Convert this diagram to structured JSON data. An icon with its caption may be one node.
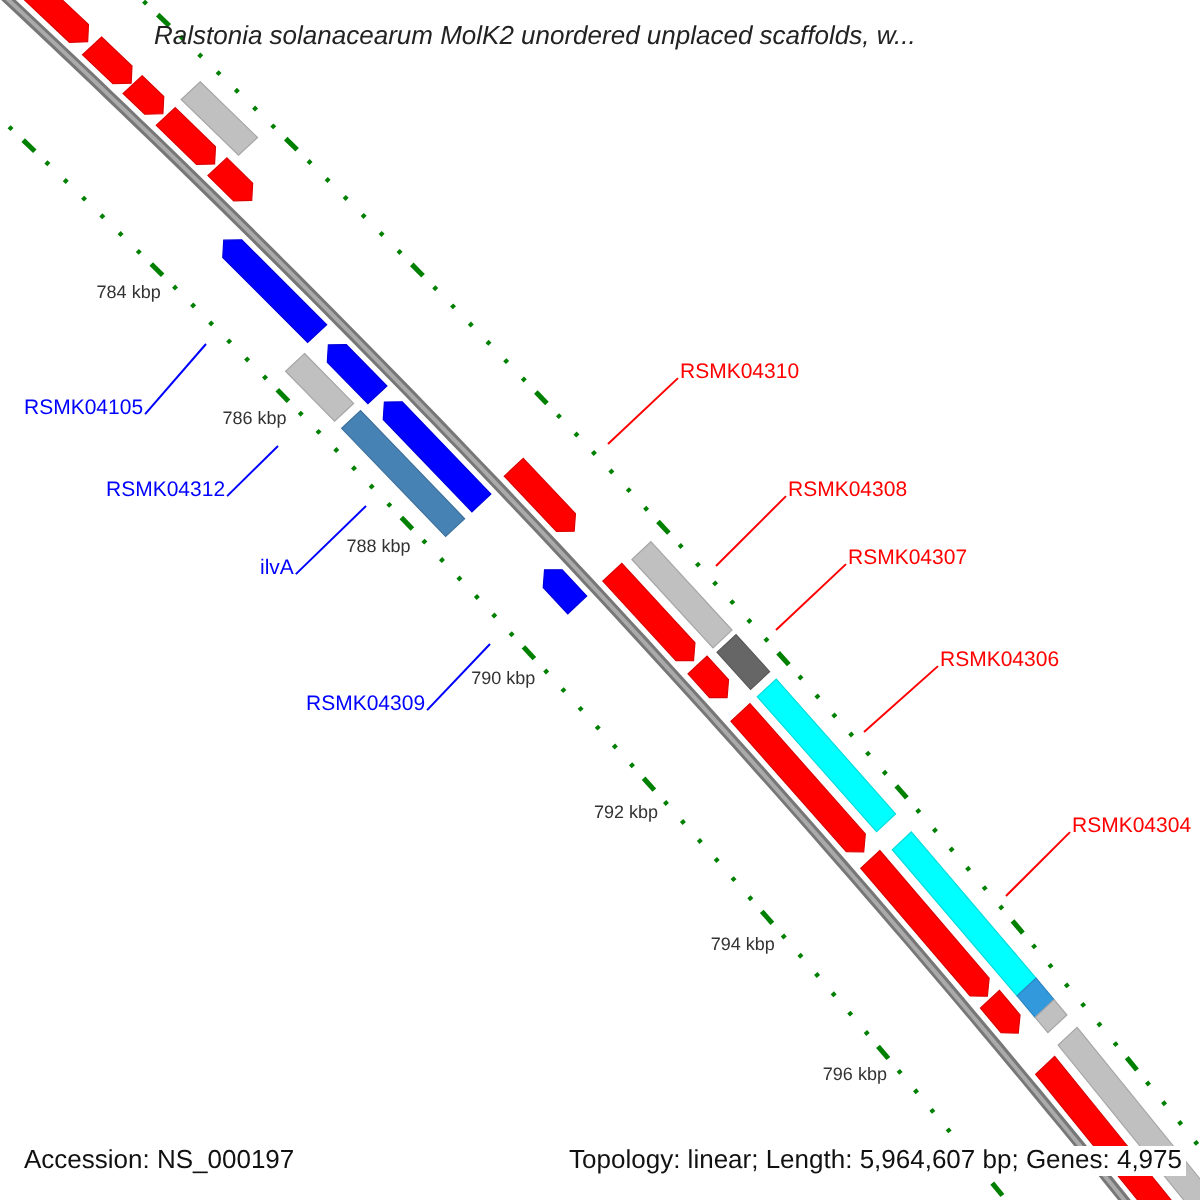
{
  "diagram": {
    "title": "Ralstonia solanacearum MolK2 unordered unplaced scaffolds, w...",
    "nodes": [
      {
        "text": [
          "RSMK04105"
        ]
      },
      {
        "text": [
          "RSMK04312"
        ]
      },
      {
        "text": [
          "ilvA"
        ]
      },
      {
        "text": [
          "RSMK04309"
        ]
      },
      {
        "text": [
          "RSMK04310"
        ]
      },
      {
        "text": [
          "RSMK04308"
        ]
      },
      {
        "text": [
          "RSMK04307"
        ]
      },
      {
        "text": [
          "RSMK04306"
        ]
      },
      {
        "text": [
          "RSMK04304"
        ]
      }
    ],
    "edges": [
      {
        "from": 0,
        "to": null,
        "arrow": "none",
        "color": "#0000ff"
      },
      {
        "from": 1,
        "to": null,
        "arrow": "none",
        "color": "#0000ff"
      },
      {
        "from": 2,
        "to": null,
        "arrow": "none",
        "color": "#0000ff"
      },
      {
        "from": 3,
        "to": null,
        "arrow": "none",
        "color": "#0000ff"
      },
      {
        "from": 4,
        "to": null,
        "arrow": "none",
        "color": "#ff0000"
      },
      {
        "from": 5,
        "to": null,
        "arrow": "none",
        "color": "#ff0000"
      },
      {
        "from": 6,
        "to": null,
        "arrow": "none",
        "color": "#ff0000"
      },
      {
        "from": 7,
        "to": null,
        "arrow": "none",
        "color": "#ff0000"
      },
      {
        "from": 8,
        "to": null,
        "arrow": "none",
        "color": "#ff0000"
      }
    ],
    "labels": [
      "784 kbp",
      "786 kbp",
      "788 kbp",
      "790 kbp",
      "792 kbp",
      "794 kbp",
      "796 kbp",
      "Accession: NS_000197",
      "Topology: linear; Length: 5,964,607 bp; Genes: 4,975"
    ]
  }
}
